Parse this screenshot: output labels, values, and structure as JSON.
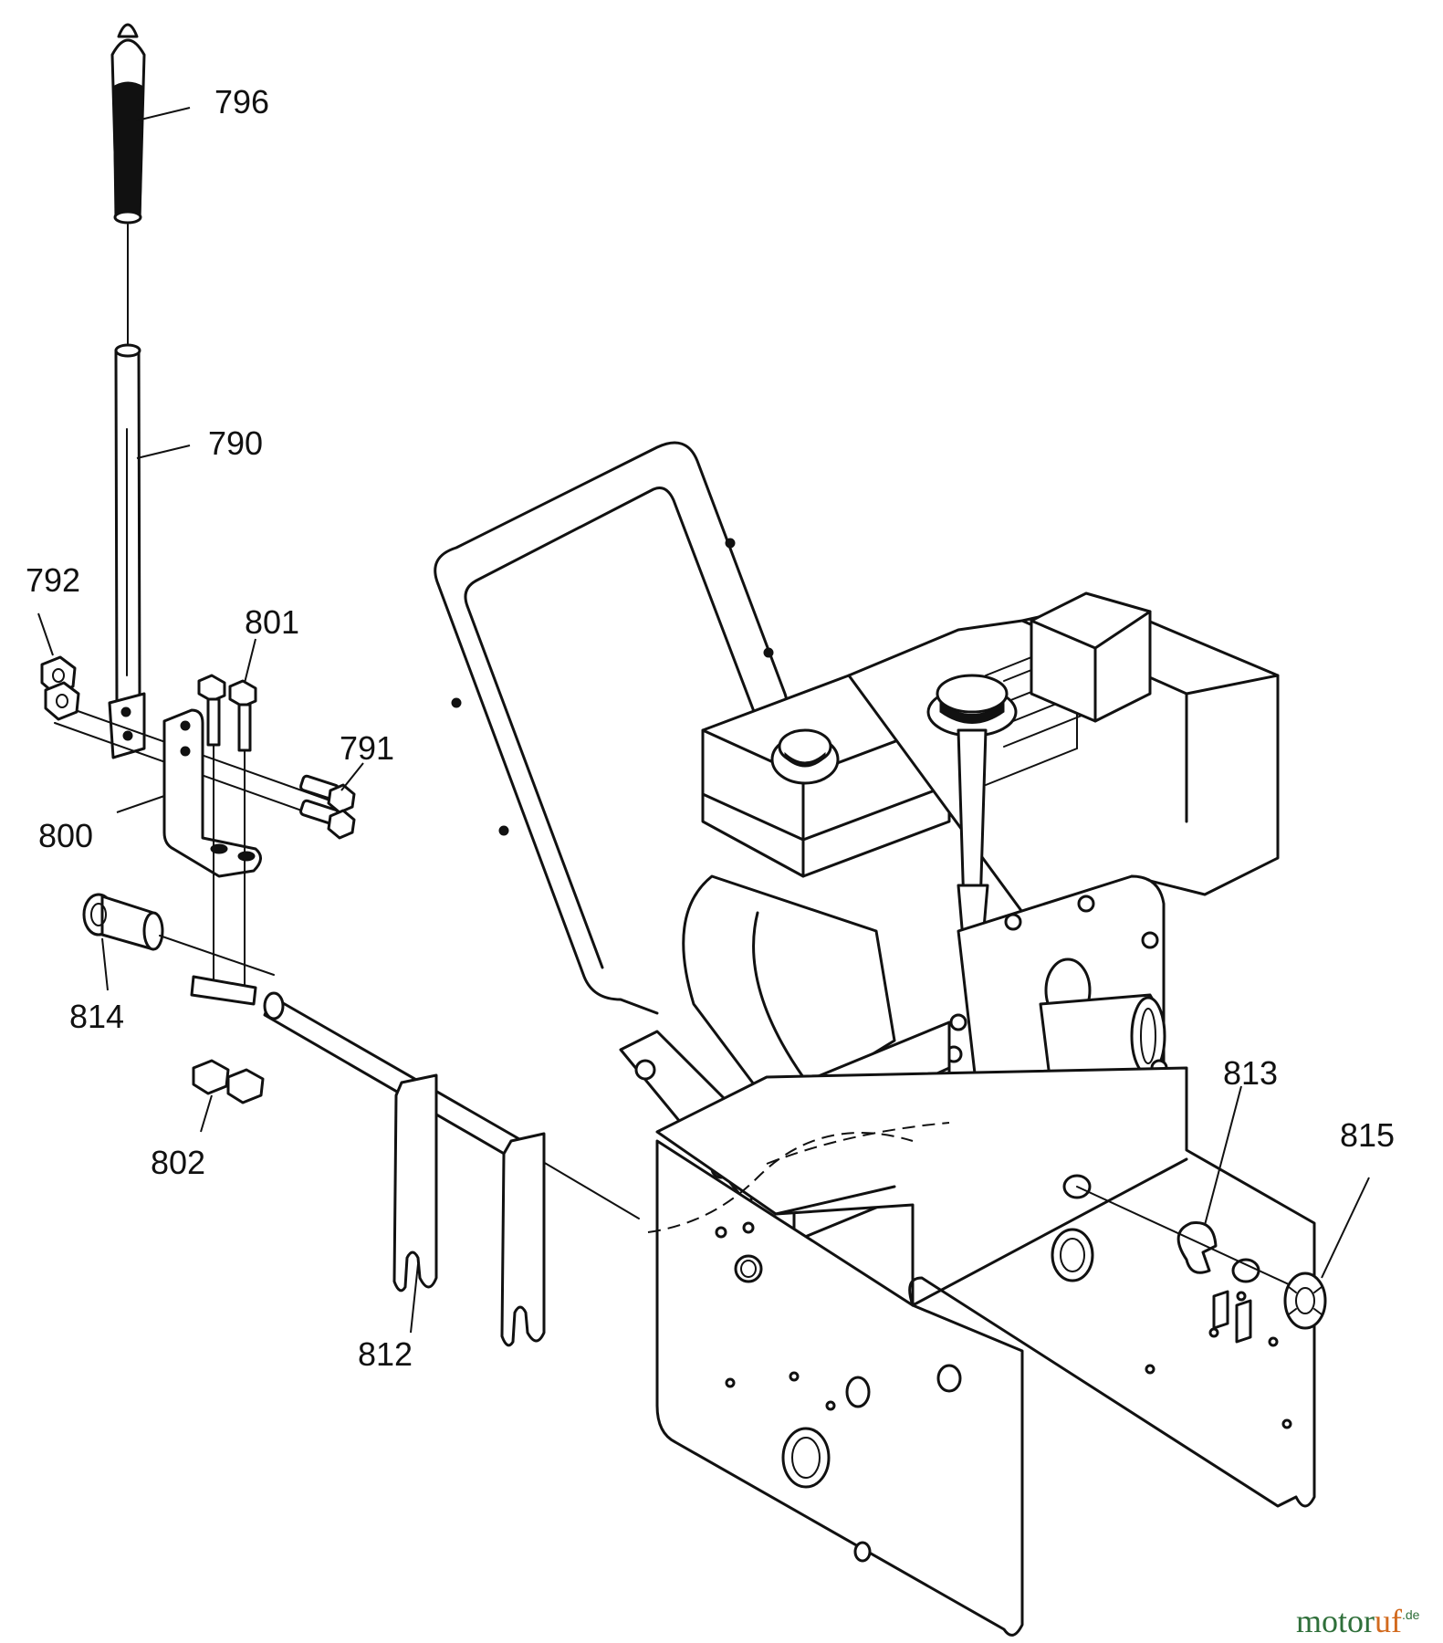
{
  "callouts": [
    {
      "id": "796",
      "label": "796"
    },
    {
      "id": "790",
      "label": "790"
    },
    {
      "id": "792",
      "label": "792"
    },
    {
      "id": "801",
      "label": "801"
    },
    {
      "id": "791",
      "label": "791"
    },
    {
      "id": "800",
      "label": "800"
    },
    {
      "id": "814",
      "label": "814"
    },
    {
      "id": "802",
      "label": "802"
    },
    {
      "id": "812",
      "label": "812"
    },
    {
      "id": "813",
      "label": "813"
    },
    {
      "id": "815",
      "label": "815"
    }
  ],
  "watermark": {
    "part1": "motor",
    "part2": "uf",
    "suffix": ".de"
  },
  "colors": {
    "ink": "#111111",
    "watermark_green": "#2f6f3a",
    "watermark_orange": "#d26a1e"
  }
}
